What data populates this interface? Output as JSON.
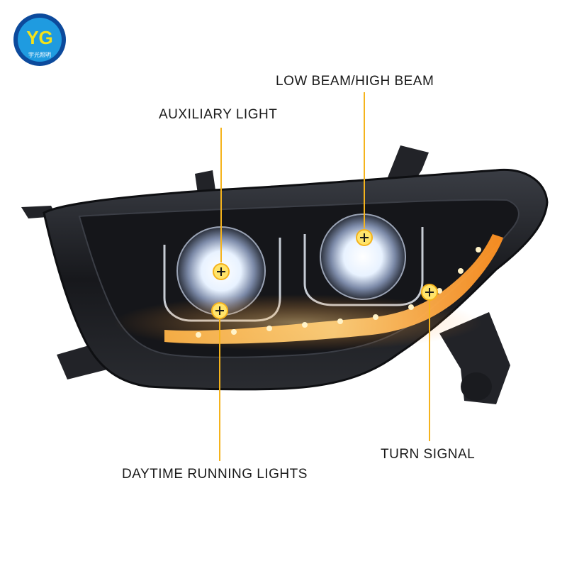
{
  "brand": {
    "logo_letters": "YG",
    "logo_text": "宇光照明",
    "logo_colors": {
      "ring": "#0c4a9c",
      "inner": "#1f9be0",
      "letters": "#f4e21a"
    }
  },
  "callouts": [
    {
      "id": "auxiliary",
      "label": "AUXILIARY LIGHT",
      "icon": "plus-marker-icon"
    },
    {
      "id": "beam",
      "label": "LOW BEAM/HIGH BEAM",
      "icon": "plus-marker-icon"
    },
    {
      "id": "drl",
      "label": "DAYTIME RUNNING LIGHTS",
      "icon": "plus-marker-icon"
    },
    {
      "id": "turn",
      "label": "TURN SIGNAL",
      "icon": "plus-marker-icon"
    }
  ],
  "colors": {
    "callout_line": "#f5b31c",
    "marker_fill": "#ffe46b",
    "amber_glow": "#ff9a1f",
    "housing": "#1c1d21"
  }
}
